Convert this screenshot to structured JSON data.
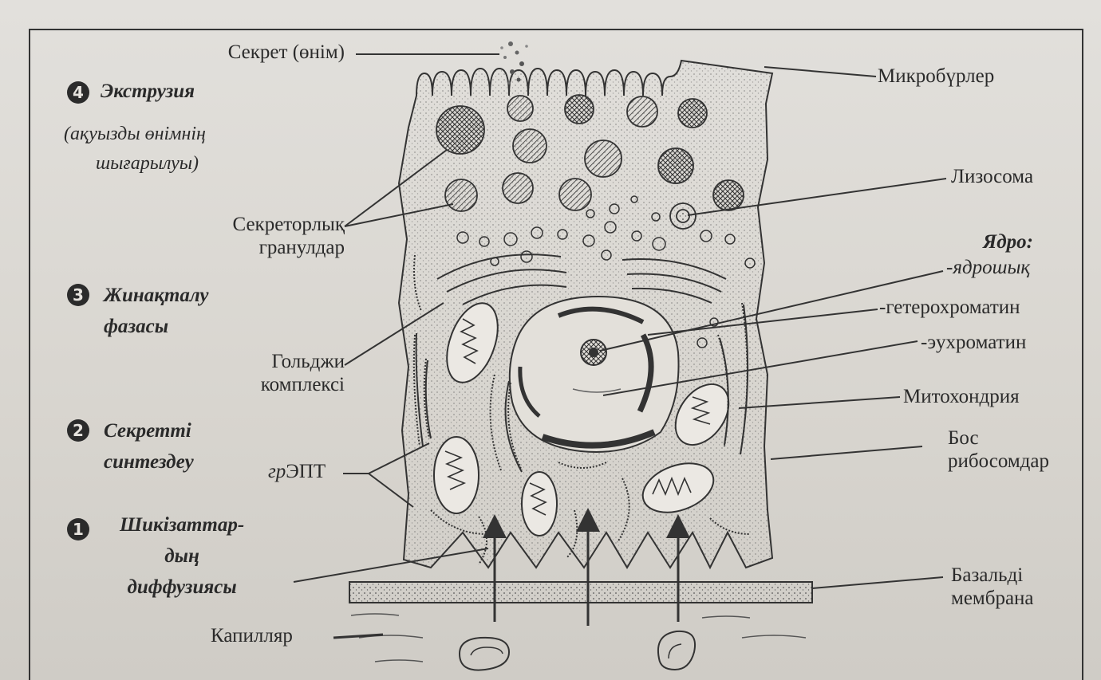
{
  "labels": {
    "secret": "Секрет (өнім)",
    "microvilli": "Микробүрлер",
    "lysosome": "Лизосома",
    "secretory_granules_1": "Секреторлық",
    "secretory_granules_2": "гранулдар",
    "nucleus": "Ядро:",
    "nucleolus": "-ядрошық",
    "heterochromatin": "-гетерохроматин",
    "euchromatin": "-эухроматин",
    "golgi_1": "Гольджи",
    "golgi_2": "комплексі",
    "mitochondria": "Митохондрия",
    "free_ribosomes_1": "Бос",
    "free_ribosomes_2": "рибосомдар",
    "rer_prefix": "гр",
    "rer_suffix": "ЭПТ",
    "basal_membrane_1": "Базальді",
    "basal_membrane_2": "мембрана",
    "capillary": "Капилляр"
  },
  "phases": [
    {
      "number": "4",
      "lines": [
        "Экструзия"
      ],
      "sub": [
        "(ақуызды өнімнің",
        "шығарылуы)"
      ]
    },
    {
      "number": "3",
      "lines": [
        "Жинақталу",
        "фазасы"
      ]
    },
    {
      "number": "2",
      "lines": [
        "Секретті",
        "синтездеу"
      ]
    },
    {
      "number": "1",
      "lines": [
        "Шикізаттар-",
        "дың",
        "диффузиясы"
      ]
    }
  ]
}
